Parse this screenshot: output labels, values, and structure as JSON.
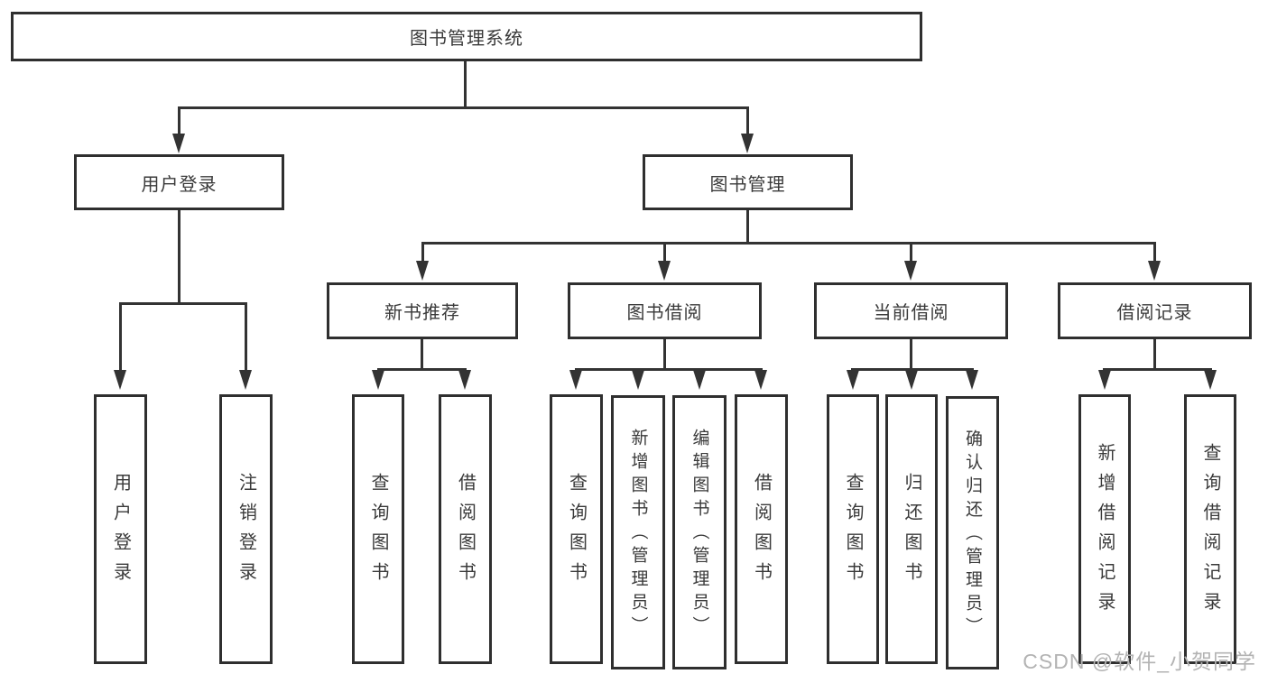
{
  "diagram_title": "图书管理系统",
  "tree": {
    "label": "图书管理系统",
    "children": [
      {
        "label": "用户登录",
        "children": [
          {
            "label": "用户登录"
          },
          {
            "label": "注销登录"
          }
        ]
      },
      {
        "label": "图书管理",
        "children": [
          {
            "label": "新书推荐",
            "children": [
              {
                "label": "查询图书"
              },
              {
                "label": "借阅图书"
              }
            ]
          },
          {
            "label": "图书借阅",
            "children": [
              {
                "label": "查询图书"
              },
              {
                "label": "新增图书（管理员）"
              },
              {
                "label": "编辑图书（管理员）"
              },
              {
                "label": "借阅图书"
              }
            ]
          },
          {
            "label": "当前借阅",
            "children": [
              {
                "label": "查询图书"
              },
              {
                "label": "归还图书"
              },
              {
                "label": "确认归还（管理员）"
              }
            ]
          },
          {
            "label": "借阅记录",
            "children": [
              {
                "label": "新增借阅记录"
              },
              {
                "label": "查询借阅记录"
              }
            ]
          }
        ]
      }
    ]
  },
  "watermark": {
    "text": "CSDN @软件_小贺同学",
    "color": "#b3b3b3"
  },
  "colors": {
    "box_border": "#2f2f2f",
    "connector_line": "#333333",
    "text": "#3a3a3a",
    "background": "#ffffff"
  }
}
